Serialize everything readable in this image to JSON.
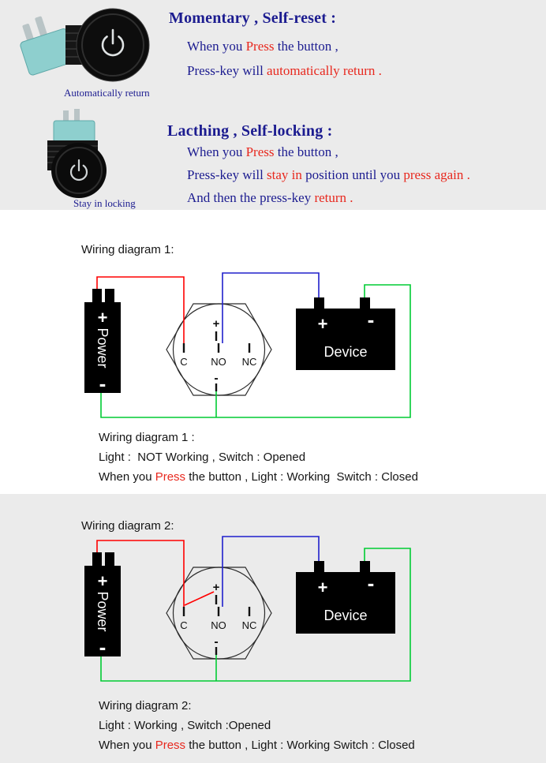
{
  "colors": {
    "background_gray": "#ebebeb",
    "background_white": "#ffffff",
    "navy_text": "#1c1c90",
    "red_text": "#e8281e",
    "wire_red": "#ff0000",
    "wire_blue": "#2020cc",
    "wire_green": "#00cc33",
    "box_black": "#000000"
  },
  "momentary": {
    "title": "Momentary , Self-reset :",
    "photo_caption": "Automatically return",
    "line1": {
      "a": "When you ",
      "b": "Press",
      "c": " the button ,"
    },
    "line2": {
      "a": "Press-key will ",
      "b": "automatically return ."
    }
  },
  "latching": {
    "title": "Lacthing , Self-locking :",
    "photo_caption": "Stay in locking",
    "line1": {
      "a": "When you ",
      "b": "Press",
      "c": " the button ,"
    },
    "line2": {
      "a": "Press-key will ",
      "b": "stay in",
      "c": " position until you ",
      "d": "press again ."
    },
    "line3": {
      "a": "And then the press-key ",
      "b": "return ."
    }
  },
  "schematic": {
    "power_label": "Power",
    "device_label": "Device",
    "plus": "+",
    "minus": "-",
    "c": "C",
    "no": "NO",
    "nc": "NC"
  },
  "diagram1": {
    "heading": "Wiring diagram 1:",
    "caption_title": "Wiring diagram 1 :",
    "caption_line1": "Light :  NOT Working , Switch : Opened",
    "caption_line2": {
      "a": "When you ",
      "b": "Press",
      "c": " the button , Light : Working  Switch : Closed"
    }
  },
  "diagram2": {
    "heading": "Wiring diagram 2:",
    "caption_title": "Wiring diagram 2:",
    "caption_line1": "Light : Working , Switch :Opened",
    "caption_line2": {
      "a": "When you ",
      "b": "Press",
      "c": " the button , Light : Working Switch : Closed"
    }
  }
}
